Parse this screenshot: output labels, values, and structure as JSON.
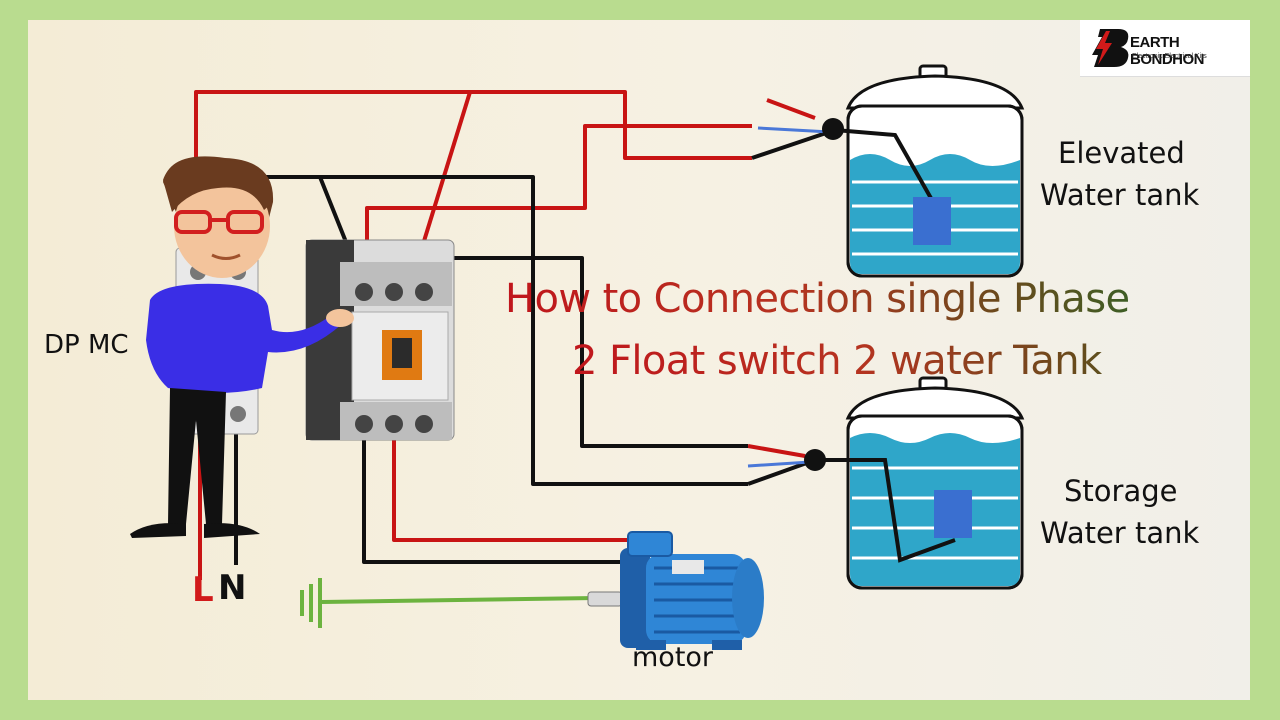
{
  "logo": {
    "name": "EARTH BONDHON",
    "tagline": "Electronic Electrical Kits"
  },
  "title": {
    "line1": "How to Connection single Phase",
    "line2": "2 Float switch 2 water Tank"
  },
  "labels": {
    "mcb": "DP MC",
    "line": "L",
    "neutral": "N",
    "motor": "motor",
    "elevated_tank": [
      "Elevated",
      "Water tank"
    ],
    "storage_tank": [
      "Storage",
      "Water tank"
    ]
  },
  "colors": {
    "live_wire": "#c81414",
    "neutral_wire": "#111111",
    "earth_wire": "#6cb33f",
    "water": "#2fa6c9",
    "float": "#3a6fd0",
    "motor": "#2f86d6"
  }
}
